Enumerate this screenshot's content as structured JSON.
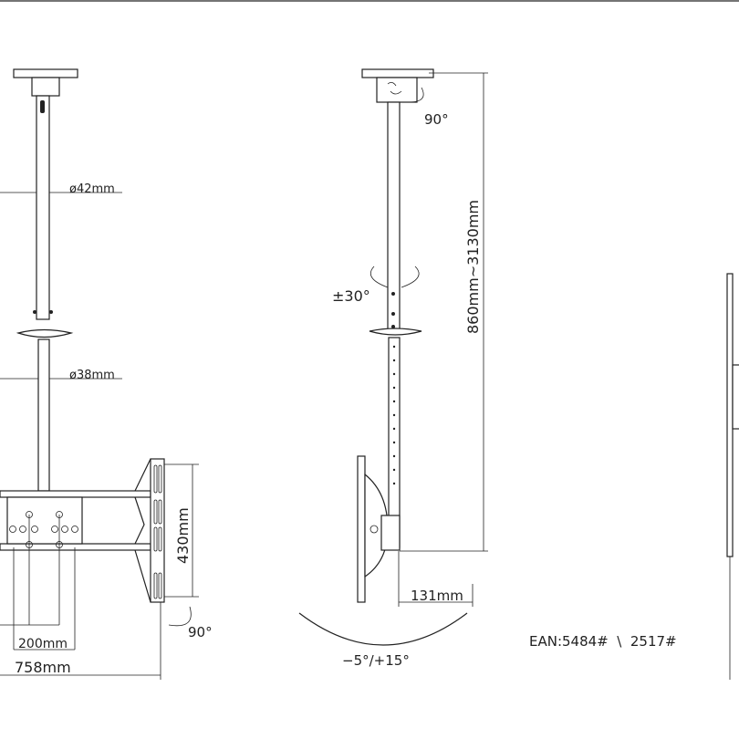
{
  "labels": {
    "dia_upper": "ø42mm",
    "dia_lower": "ø38mm",
    "frame_height": "430mm",
    "vesa_spacing": "200mm",
    "frame_width": "758mm",
    "rotate_frame": "90°",
    "rotate_plate": "90°",
    "swivel": "±30°",
    "height_range": "860mm~3130mm",
    "depth": "131mm",
    "tilt": "−5°/+15°",
    "ean": "EAN:5484#  \\  2517#"
  },
  "colors": {
    "line": "#222222",
    "background": "#ffffff"
  }
}
